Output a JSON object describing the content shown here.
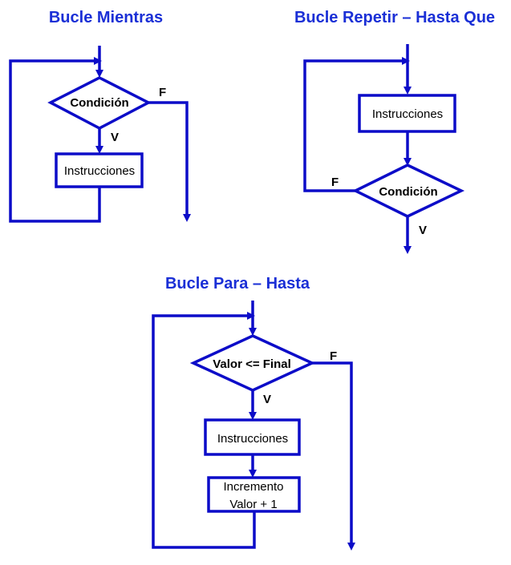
{
  "colors": {
    "line": "#0c0cc8",
    "title": "#1a2fd6",
    "text": "#000000",
    "background": "#ffffff"
  },
  "diagrams": {
    "mientras": {
      "title": "Bucle Mientras",
      "condition": "Condición",
      "instructions": "Instrucciones",
      "true_label": "V",
      "false_label": "F"
    },
    "repetir": {
      "title": "Bucle Repetir – Hasta Que",
      "condition": "Condición",
      "instructions": "Instrucciones",
      "true_label": "V",
      "false_label": "F"
    },
    "para": {
      "title": "Bucle Para – Hasta",
      "condition": "Valor <= Final",
      "instructions": "Instrucciones",
      "increment_line1": "Incremento",
      "increment_line2": "Valor + 1",
      "true_label": "V",
      "false_label": "F"
    }
  }
}
